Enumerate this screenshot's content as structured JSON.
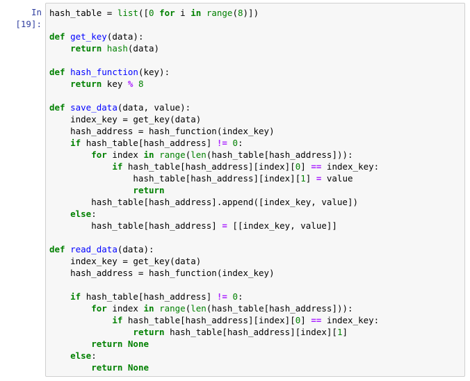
{
  "cell": {
    "prompt": "In [19]:"
  },
  "code_lines": [
    [
      {
        "t": "hash_table = ",
        "c": "plain"
      },
      {
        "t": "list",
        "c": "bi"
      },
      {
        "t": "([",
        "c": "plain"
      },
      {
        "t": "0",
        "c": "num"
      },
      {
        "t": " ",
        "c": "plain"
      },
      {
        "t": "for",
        "c": "kw"
      },
      {
        "t": " i ",
        "c": "plain"
      },
      {
        "t": "in",
        "c": "kw"
      },
      {
        "t": " ",
        "c": "plain"
      },
      {
        "t": "range",
        "c": "bi"
      },
      {
        "t": "(",
        "c": "plain"
      },
      {
        "t": "8",
        "c": "num"
      },
      {
        "t": ")])",
        "c": "plain"
      }
    ],
    [],
    [
      {
        "t": "def",
        "c": "kw"
      },
      {
        "t": " ",
        "c": "plain"
      },
      {
        "t": "get_key",
        "c": "fn"
      },
      {
        "t": "(data):",
        "c": "plain"
      }
    ],
    [
      {
        "t": "    ",
        "c": "plain"
      },
      {
        "t": "return",
        "c": "kw"
      },
      {
        "t": " ",
        "c": "plain"
      },
      {
        "t": "hash",
        "c": "bi"
      },
      {
        "t": "(data)",
        "c": "plain"
      }
    ],
    [],
    [
      {
        "t": "def",
        "c": "kw"
      },
      {
        "t": " ",
        "c": "plain"
      },
      {
        "t": "hash_function",
        "c": "fn"
      },
      {
        "t": "(key):",
        "c": "plain"
      }
    ],
    [
      {
        "t": "    ",
        "c": "plain"
      },
      {
        "t": "return",
        "c": "kw"
      },
      {
        "t": " key ",
        "c": "plain"
      },
      {
        "t": "%",
        "c": "op"
      },
      {
        "t": " ",
        "c": "plain"
      },
      {
        "t": "8",
        "c": "num"
      }
    ],
    [],
    [
      {
        "t": "def",
        "c": "kw"
      },
      {
        "t": " ",
        "c": "plain"
      },
      {
        "t": "save_data",
        "c": "fn"
      },
      {
        "t": "(data, value):",
        "c": "plain"
      }
    ],
    [
      {
        "t": "    index_key = get_key(data)",
        "c": "plain"
      }
    ],
    [
      {
        "t": "    hash_address = hash_function(index_key)",
        "c": "plain"
      }
    ],
    [
      {
        "t": "    ",
        "c": "plain"
      },
      {
        "t": "if",
        "c": "kw"
      },
      {
        "t": " hash_table[hash_address] ",
        "c": "plain"
      },
      {
        "t": "!=",
        "c": "op"
      },
      {
        "t": " ",
        "c": "plain"
      },
      {
        "t": "0",
        "c": "num"
      },
      {
        "t": ":",
        "c": "plain"
      }
    ],
    [
      {
        "t": "        ",
        "c": "plain"
      },
      {
        "t": "for",
        "c": "kw"
      },
      {
        "t": " index ",
        "c": "plain"
      },
      {
        "t": "in",
        "c": "kw"
      },
      {
        "t": " ",
        "c": "plain"
      },
      {
        "t": "range",
        "c": "bi"
      },
      {
        "t": "(",
        "c": "plain"
      },
      {
        "t": "len",
        "c": "bi"
      },
      {
        "t": "(hash_table[hash_address])):",
        "c": "plain"
      }
    ],
    [
      {
        "t": "            ",
        "c": "plain"
      },
      {
        "t": "if",
        "c": "kw"
      },
      {
        "t": " hash_table[hash_address][index][",
        "c": "plain"
      },
      {
        "t": "0",
        "c": "num"
      },
      {
        "t": "] ",
        "c": "plain"
      },
      {
        "t": "==",
        "c": "op"
      },
      {
        "t": " index_key:",
        "c": "plain"
      }
    ],
    [
      {
        "t": "                hash_table[hash_address][index][",
        "c": "plain"
      },
      {
        "t": "1",
        "c": "num"
      },
      {
        "t": "] ",
        "c": "plain"
      },
      {
        "t": "=",
        "c": "op"
      },
      {
        "t": " value",
        "c": "plain"
      }
    ],
    [
      {
        "t": "                ",
        "c": "plain"
      },
      {
        "t": "return",
        "c": "kw"
      }
    ],
    [
      {
        "t": "        hash_table[hash_address].append([index_key, value])",
        "c": "plain"
      }
    ],
    [
      {
        "t": "    ",
        "c": "plain"
      },
      {
        "t": "else",
        "c": "kw"
      },
      {
        "t": ":",
        "c": "plain"
      }
    ],
    [
      {
        "t": "        hash_table[hash_address] ",
        "c": "plain"
      },
      {
        "t": "=",
        "c": "op"
      },
      {
        "t": " [[index_key, value]]",
        "c": "plain"
      }
    ],
    [],
    [
      {
        "t": "def",
        "c": "kw"
      },
      {
        "t": " ",
        "c": "plain"
      },
      {
        "t": "read_data",
        "c": "fn"
      },
      {
        "t": "(data):",
        "c": "plain"
      }
    ],
    [
      {
        "t": "    index_key = get_key(data)",
        "c": "plain"
      }
    ],
    [
      {
        "t": "    hash_address = hash_function(index_key)",
        "c": "plain"
      }
    ],
    [],
    [
      {
        "t": "    ",
        "c": "plain"
      },
      {
        "t": "if",
        "c": "kw"
      },
      {
        "t": " hash_table[hash_address] ",
        "c": "plain"
      },
      {
        "t": "!=",
        "c": "op"
      },
      {
        "t": " ",
        "c": "plain"
      },
      {
        "t": "0",
        "c": "num"
      },
      {
        "t": ":",
        "c": "plain"
      }
    ],
    [
      {
        "t": "        ",
        "c": "plain"
      },
      {
        "t": "for",
        "c": "kw"
      },
      {
        "t": " index ",
        "c": "plain"
      },
      {
        "t": "in",
        "c": "kw"
      },
      {
        "t": " ",
        "c": "plain"
      },
      {
        "t": "range",
        "c": "bi"
      },
      {
        "t": "(",
        "c": "plain"
      },
      {
        "t": "len",
        "c": "bi"
      },
      {
        "t": "(hash_table[hash_address])):",
        "c": "plain"
      }
    ],
    [
      {
        "t": "            ",
        "c": "plain"
      },
      {
        "t": "if",
        "c": "kw"
      },
      {
        "t": " hash_table[hash_address][index][",
        "c": "plain"
      },
      {
        "t": "0",
        "c": "num"
      },
      {
        "t": "] ",
        "c": "plain"
      },
      {
        "t": "==",
        "c": "op"
      },
      {
        "t": " index_key:",
        "c": "plain"
      }
    ],
    [
      {
        "t": "                ",
        "c": "plain"
      },
      {
        "t": "return",
        "c": "kw"
      },
      {
        "t": " hash_table[hash_address][index][",
        "c": "plain"
      },
      {
        "t": "1",
        "c": "num"
      },
      {
        "t": "]",
        "c": "plain"
      }
    ],
    [
      {
        "t": "        ",
        "c": "plain"
      },
      {
        "t": "return",
        "c": "kw"
      },
      {
        "t": " ",
        "c": "plain"
      },
      {
        "t": "None",
        "c": "kw"
      }
    ],
    [
      {
        "t": "    ",
        "c": "plain"
      },
      {
        "t": "else",
        "c": "kw"
      },
      {
        "t": ":",
        "c": "plain"
      }
    ],
    [
      {
        "t": "        ",
        "c": "plain"
      },
      {
        "t": "return",
        "c": "kw"
      },
      {
        "t": " ",
        "c": "plain"
      },
      {
        "t": "None",
        "c": "kw"
      }
    ]
  ]
}
